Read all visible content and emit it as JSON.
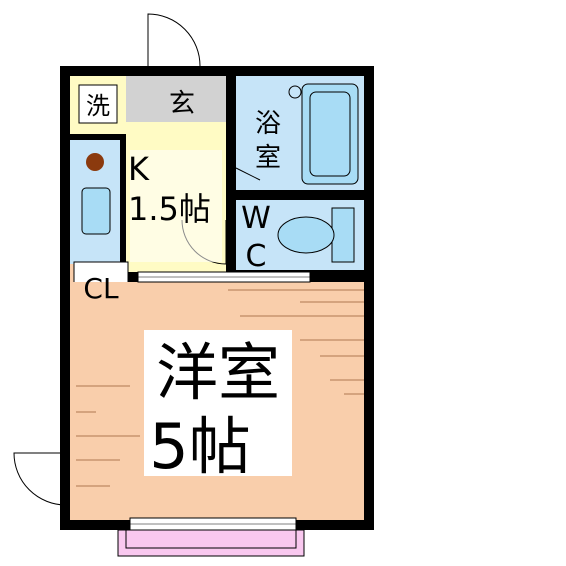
{
  "rooms": {
    "washer": {
      "label": "洗"
    },
    "entrance": {
      "label": "玄"
    },
    "bath": {
      "label_line1": "浴",
      "label_line2": "室"
    },
    "kitchen": {
      "label_line1": "K",
      "label_line2": "1.5帖"
    },
    "toilet": {
      "label_line1": "W",
      "label_line2": "C"
    },
    "closet": {
      "label": "CL"
    },
    "western_room": {
      "label_line1": "洋室",
      "label_line2": "5帖"
    }
  },
  "colors": {
    "wall": "#000000",
    "wet_area": "#c6e4f8",
    "kitchen_floor": "#fffbc4",
    "room_floor": "#f9ceab",
    "entrance_floor": "#d2d2d2",
    "fixture": "#a8dcf5",
    "balcony": "#f9c8ef",
    "stove": "#8b3a0e"
  },
  "icons": [
    "door-swing-icon",
    "stove-burner-icon",
    "sink-icon",
    "bathtub-icon",
    "toilet-icon",
    "window-icon"
  ]
}
